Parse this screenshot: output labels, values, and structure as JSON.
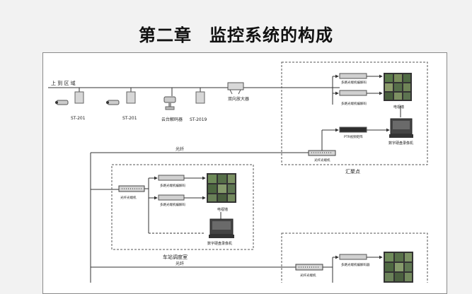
{
  "page": {
    "title": "第二章　监控系统的构成"
  },
  "diagram": {
    "bus_label": "上 到 区 域",
    "cameras": [
      {
        "label": "ST-201"
      },
      {
        "label": "ST-201"
      },
      {
        "label": "云台解码器"
      },
      {
        "label": "ST-2019"
      }
    ],
    "bidirectional_amplifier": "双向放大器",
    "fiber_label_top": "光纤",
    "fiber_label_bottom": "光纤",
    "hub": {
      "name": "汇聚点",
      "modules": [
        "多路光端机编解码",
        "多路光端机编解码"
      ],
      "video_wall": "电视墙",
      "switch": "PTR视频矩阵",
      "recorder": "数字硬盘录像机",
      "optical": "光纤光端机"
    },
    "station": {
      "name": "车站调度室",
      "optical": "光纤光端机",
      "modules": [
        "多路光端机编解码",
        "多路光端机编解码"
      ],
      "video_wall": "电视墙",
      "recorder": "数字硬盘录像机"
    },
    "third": {
      "optical": "光纤光端机",
      "module": "多路光端机编解码器"
    }
  }
}
